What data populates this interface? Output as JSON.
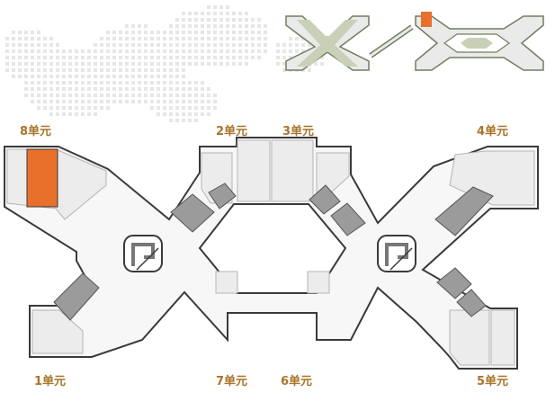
{
  "colors": {
    "label": "#a8742a",
    "highlight": "#e8702a",
    "wall": "#3a3a3a",
    "floor": "#f7f7f7",
    "core": "#9b9b9b",
    "room": "#ececec",
    "dots": "#e6e6e6",
    "green": "#9bb37a"
  },
  "map": {
    "selected_unit": "8单元",
    "units": [
      {
        "id": "8",
        "label": "8单元"
      },
      {
        "id": "2",
        "label": "2单元"
      },
      {
        "id": "3",
        "label": "3单元"
      },
      {
        "id": "4",
        "label": "4单元"
      },
      {
        "id": "1",
        "label": "1单元"
      },
      {
        "id": "7",
        "label": "7单元"
      },
      {
        "id": "6",
        "label": "6单元"
      },
      {
        "id": "5",
        "label": "5单元"
      }
    ]
  },
  "icons": {
    "stair": "stair-icon",
    "elevator": "elevator-icon"
  }
}
